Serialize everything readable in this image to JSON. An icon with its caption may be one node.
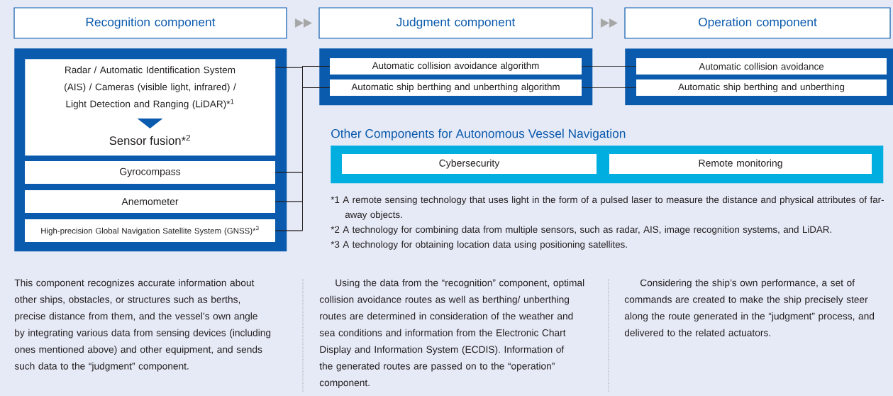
{
  "diagram": {
    "nodes": [
      {
        "text": [
          "Recognition component"
        ]
      },
      {
        "text": [
          "Judgment component"
        ]
      },
      {
        "text": [
          "Operation component"
        ]
      },
      {
        "text": [],
        "shape": "box"
      },
      {
        "text": [
          "Radar / Automatic Identification System (AIS) / Cameras (visible light, infrared) / Light Detection and Ranging (LiDAR)*$^{1}$",
          "Sensor fusion*$^{2}$"
        ],
        "in": 3
      },
      {
        "text": [
          "Gyrocompass"
        ],
        "in": 3
      },
      {
        "text": [
          "Anemometer"
        ],
        "in": 3
      },
      {
        "text": [
          "High-precision Global Navigation Satellite System (GNSS)*$^{3}$"
        ],
        "in": 3
      },
      {
        "text": [],
        "shape": "box"
      },
      {
        "text": [
          "Automatic collision avoidance algorithm"
        ],
        "in": 8
      },
      {
        "text": [
          "Automatic ship berthing and unberthing algorithm"
        ],
        "in": 8
      },
      {
        "text": [],
        "shape": "box"
      },
      {
        "text": [
          "Automatic collision avoidance"
        ],
        "in": 11
      },
      {
        "text": [
          "Automatic ship berthing and unberthing"
        ],
        "in": 11
      },
      {
        "text": [
          "Other Components for Autonomous Vessel Navigation"
        ]
      },
      {
        "text": [
          "Cybersecurity"
        ],
        "in": 14
      },
      {
        "text": [
          "Remote monitoring"
        ],
        "in": 14
      }
    ],
    "edges": [
      {
        "from": 0,
        "to": 1,
        "arrow": "to",
        "color": "#a6a6a6"
      },
      {
        "from": 1,
        "to": 2,
        "arrow": "to",
        "color": "#a6a6a6"
      },
      {
        "from": 4,
        "to": 9,
        "arrow": "none"
      },
      {
        "from": 4,
        "to": 10,
        "arrow": "none"
      },
      {
        "from": 5,
        "to": 9,
        "arrow": "none"
      },
      {
        "from": 5,
        "to": 10,
        "arrow": "none"
      },
      {
        "from": 6,
        "to": 9,
        "arrow": "none"
      },
      {
        "from": 6,
        "to": 10,
        "arrow": "none"
      },
      {
        "from": 7,
        "to": 9,
        "arrow": "none"
      },
      {
        "from": 7,
        "to": 10,
        "arrow": "none"
      },
      {
        "from": 9,
        "to": 12,
        "arrow": "none"
      },
      {
        "from": 10,
        "to": 13,
        "arrow": "none"
      }
    ],
    "labels": [
      "*1 A remote sensing technology that uses light in the form of a pulsed laser to measure the distance and physical attributes of far-away objects.",
      "*2 A technology for combining data from multiple sensors, such as radar, AIS, image recognition systems, and LiDAR.",
      "*3 A technology for obtaining location data using positioning satellites.",
      "This component recognizes accurate information about other ships, obstacles, or structures such as berths, precise distance from them, and the vessel’s own angle by integrating various data from sensing devices (including ones mentioned above) and other equipment, and sends such data to the “judgment” component.",
      "Using the data from the “recognition” component, optimal collision avoidance routes as well as berthing/ unberthing routes are determined in consideration of the weather and sea conditions and information from the Electronic Chart Display and Information System (ECDIS). Information of the generated routes are passed on to the “operation” component.",
      "Considering the ship’s own performance, a set of commands are created to make the ship precisely steer along the route generated in the “judgment” process, and delivered to the related actuators."
    ]
  }
}
